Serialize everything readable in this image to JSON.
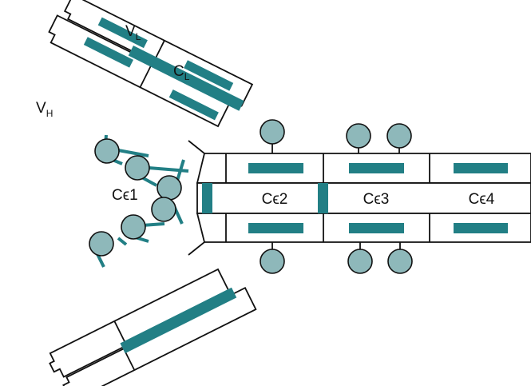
{
  "labels": {
    "vl": {
      "main": "V",
      "sub": "L"
    },
    "cl": {
      "main": "C",
      "sub": "L"
    },
    "vh": {
      "main": "V",
      "sub": "H"
    },
    "ce1": "Cϵ1",
    "ce2": "Cϵ2",
    "ce3": "Cϵ3",
    "ce4": "Cϵ4"
  },
  "colors": {
    "domain_bar": "#227f85",
    "glycan_fill": "#8eb8ba",
    "outline": "#111111"
  }
}
